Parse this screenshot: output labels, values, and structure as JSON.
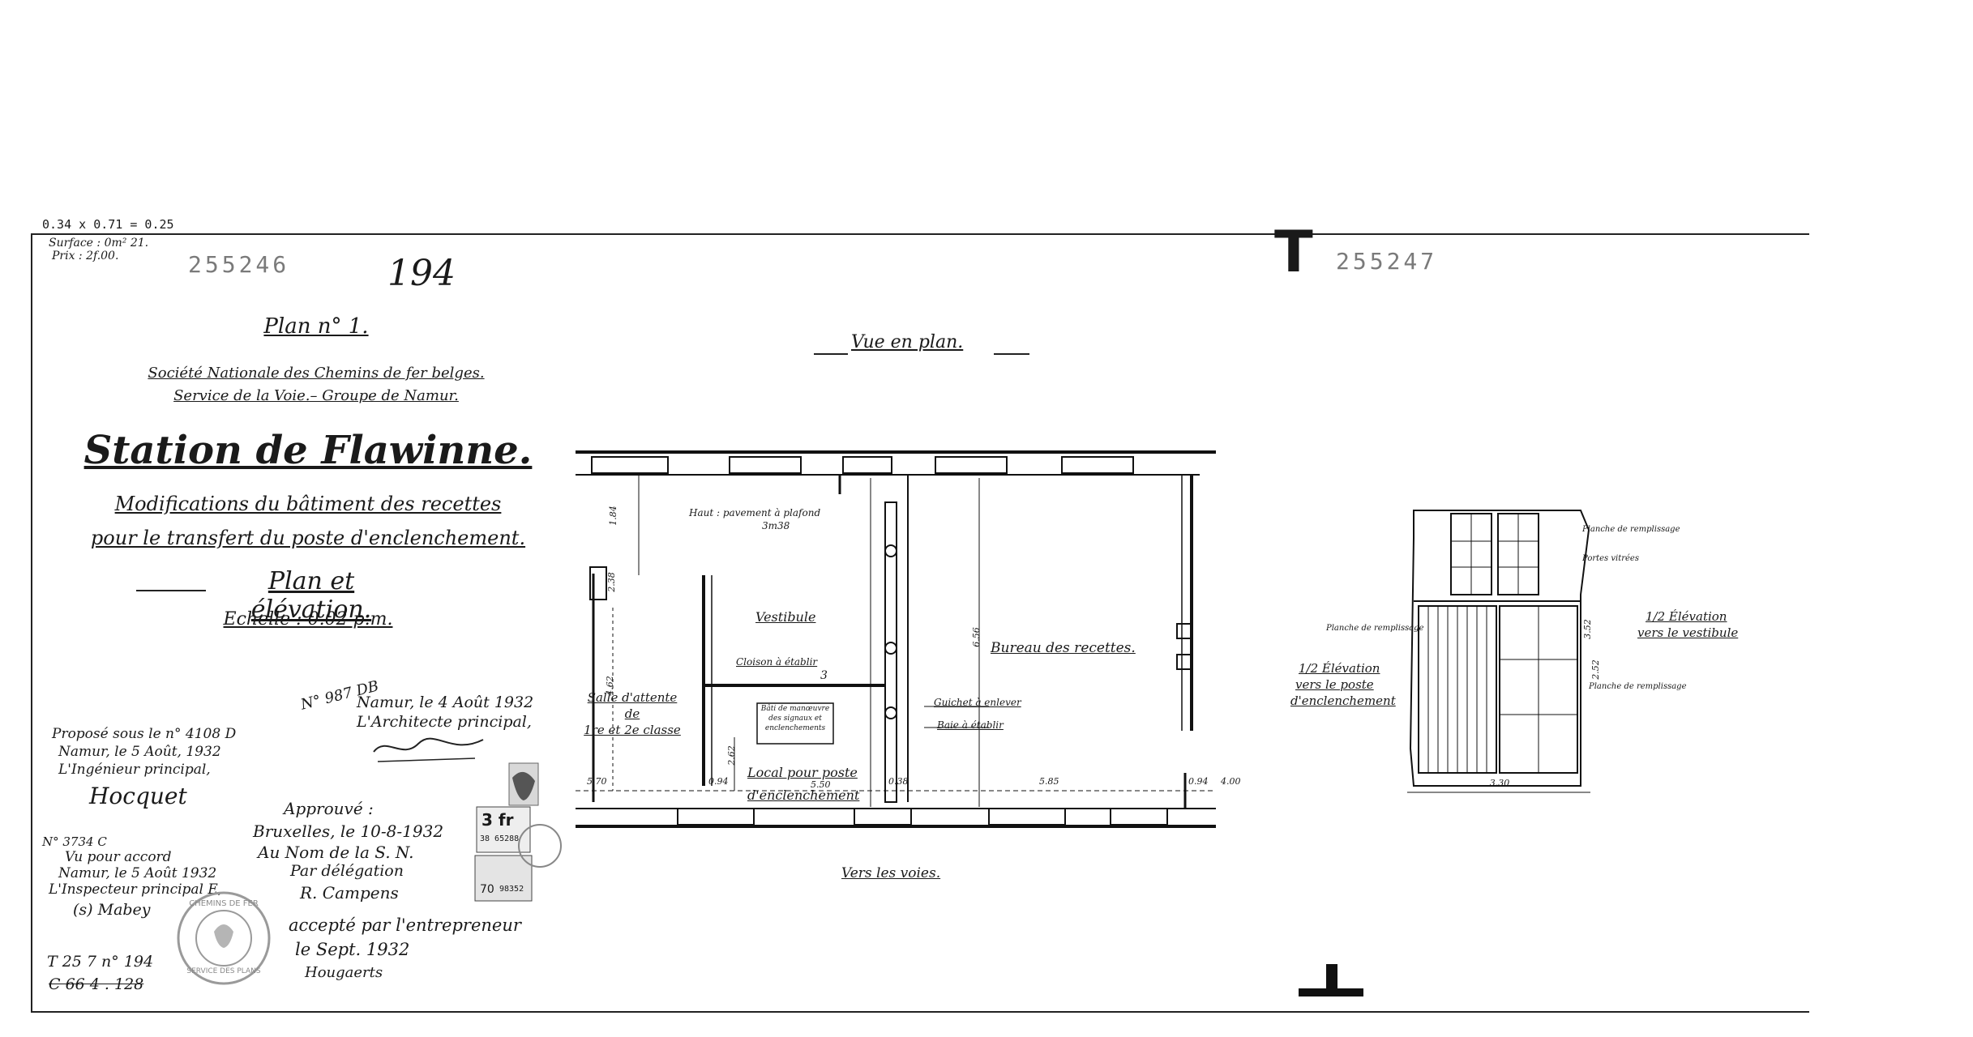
{
  "margin": {
    "dims": "0.34 x 0.71 = 0.25",
    "surface": "Surface : 0m² 21.",
    "price": "Prix : 2f.00."
  },
  "stamps": {
    "left_number": "255246",
    "right_number": "255247",
    "handwritten_number": "194",
    "t_mark": "T"
  },
  "title_block": {
    "plan_no": "Plan n° 1.",
    "society": "Société Nationale des Chemins de fer belges.",
    "service": "Service de la Voie.– Groupe de Namur.",
    "station": "Station de Flawinne.",
    "subtitle_1": "Modifications du bâtiment des recettes",
    "subtitle_2": "pour le transfert du poste d'enclenchement.",
    "plan_elev": "Plan et élévation.",
    "scale": "Echelle : 0.02 p.m."
  },
  "approvals": {
    "ref_architect": "N° 987 DB",
    "architect_date": "Namur, le 4 Août 1932",
    "architect_title": "L'Architecte principal,",
    "proposed_1": "Proposé sous le n° 4108 D",
    "proposed_2": "Namur, le 5 Août, 1932",
    "proposed_3": "L'Ingénieur principal,",
    "proposed_sig": "Hocquet",
    "agreed_ref": "N° 3734 C",
    "agreed_1": "Vu pour accord",
    "agreed_2": "Namur, le 5 Août 1932",
    "agreed_3": "L'Inspecteur principal E,",
    "agreed_sig": "(s) Mabey",
    "approved_1": "Approuvé :",
    "approved_2": "Bruxelles, le 10-8-1932",
    "approved_3": "Au Nom de la S. N.",
    "approved_4": "Par délégation",
    "approved_sig": "R. Campens",
    "accepted_1": "accepté par l'entrepreneur",
    "accepted_2": "le    Sept. 1932",
    "accepted_sig": "Hougaerts",
    "filing_1": "T 25 7 n° 194",
    "filing_2": "C 66 4 . 128"
  },
  "tax_stamp": {
    "value": "3 fr",
    "serial": "38 65288",
    "lower_value": "70",
    "lower_serial": "98352"
  },
  "round_stamp": {
    "ring": "CHEMINS DE FER",
    "bottom": "SERVICE DES PLANS"
  },
  "plan_view": {
    "title": "Vue en plan.",
    "toward_tracks": "Vers les voies.",
    "rooms": {
      "salle_1": "Salle d'attente",
      "salle_2": "de",
      "salle_3": "1re et 2e classe",
      "vestibule": "Vestibule",
      "vestibule_num": "3",
      "bureau": "Bureau des recettes.",
      "local_1": "Local pour poste",
      "local_2": "d'enclenchement",
      "hauteur_1": "Haut : pavement à plafond",
      "hauteur_2": "3m38"
    },
    "annotations": {
      "cloison": "Cloison à établir",
      "guichet": "Guichet à enlever",
      "baie": "Baie à établir",
      "box_1": "Bâti de manœuvre",
      "box_2": "des signaux et",
      "box_3": "enclenchements"
    },
    "dims": {
      "d_570": "5.70",
      "d_094a": "0.94",
      "d_550": "5.50",
      "d_038": "0.38",
      "d_585": "5.85",
      "d_094b": "0.94",
      "d_400": "4.00",
      "d_462": "4.62",
      "d_262": "2.62",
      "d_656": "6.56",
      "d_184": "1.84",
      "d_238": "2.38"
    }
  },
  "elevation": {
    "label_right_1": "1/2 Élévation",
    "label_right_2": "vers le vestibule",
    "label_left_1": "1/2 Élévation",
    "label_left_2": "vers le poste",
    "label_left_3": "d'enclenchement",
    "note_1": "Planche de remplissage",
    "note_2": "Portes vitrées",
    "note_3": "Planche de remplissage",
    "note_4": "Planche de remplissage",
    "width": "3.30",
    "h_1": "3.52",
    "h_2": "2.52"
  }
}
